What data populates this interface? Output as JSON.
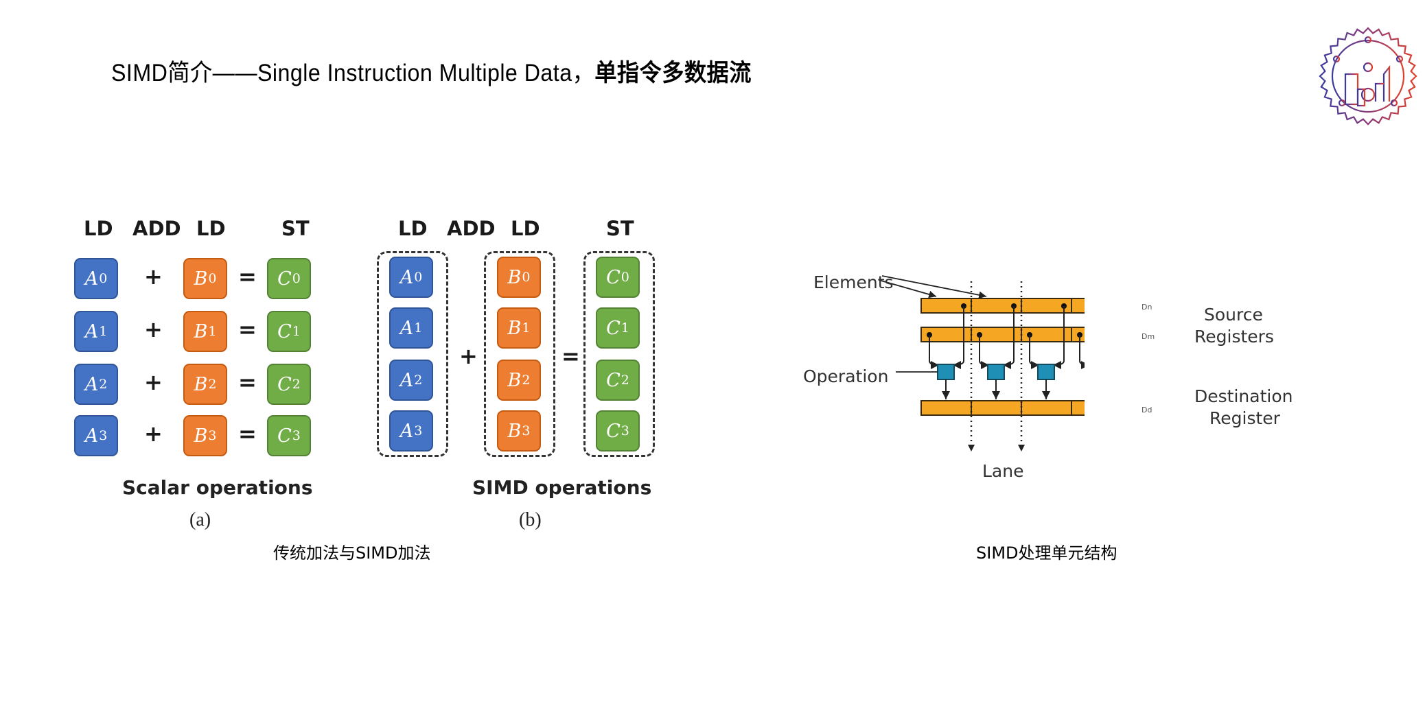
{
  "slide": {
    "title_prefix": "SIMD简介——Single Instruction Multiple Data，",
    "title_bold": "单指令多数据流",
    "logo": "university-gear-city-logo-icon"
  },
  "figure_left": {
    "scalar": {
      "headers": [
        "LD",
        "ADD",
        "LD",
        "ST"
      ],
      "rows": [
        {
          "a": "A",
          "b": "B",
          "c": "C",
          "idx": "0"
        },
        {
          "a": "A",
          "b": "B",
          "c": "C",
          "idx": "1"
        },
        {
          "a": "A",
          "b": "B",
          "c": "C",
          "idx": "2"
        },
        {
          "a": "A",
          "b": "B",
          "c": "C",
          "idx": "3"
        }
      ],
      "plus": "+",
      "equals": "=",
      "subtitle": "Scalar operations",
      "figlabel": "(a)"
    },
    "simd": {
      "headers": [
        "LD",
        "ADD",
        "LD",
        "ST"
      ],
      "plus": "+",
      "equals": "=",
      "subtitle": "SIMD operations",
      "figlabel": "(b)"
    },
    "caption": "传统加法与SIMD加法",
    "colors": {
      "a": "#4472c4",
      "b": "#ed7d31",
      "c": "#70ad47"
    }
  },
  "figure_right": {
    "labels": {
      "elements": "Elements",
      "operation": "Operation",
      "source": "Source",
      "registers": "Registers",
      "destination": "Destination",
      "register": "Register",
      "lane": "Lane",
      "dn": "Dn",
      "dm": "Dm",
      "dd": "Dd"
    },
    "lanes": 4,
    "caption": "SIMD处理单元结构",
    "colors": {
      "register": "#f5a623",
      "operation": "#1f8fb5"
    }
  }
}
